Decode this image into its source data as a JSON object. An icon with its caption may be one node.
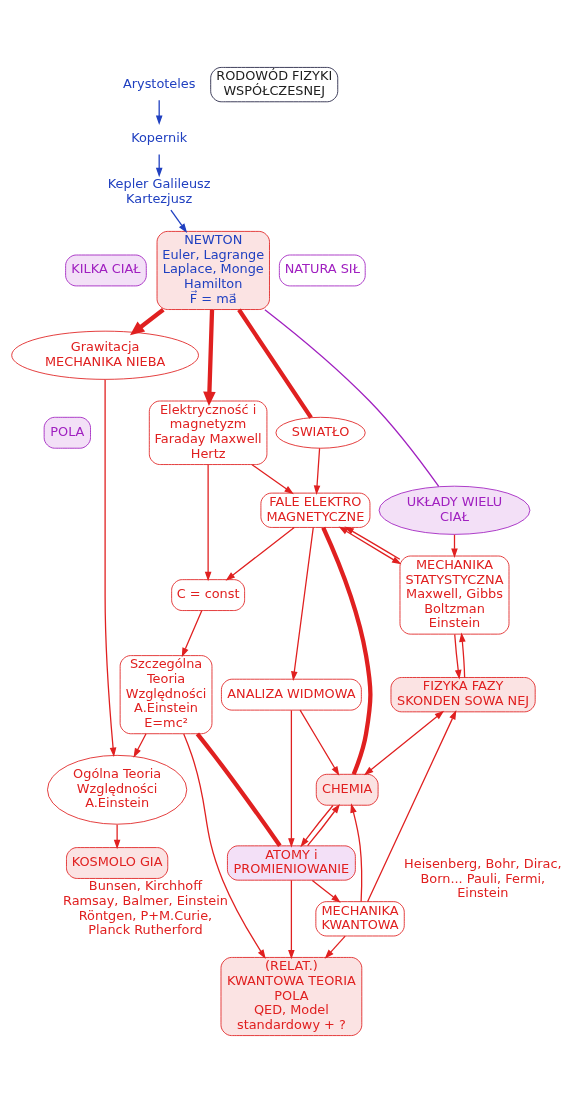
{
  "diagram": {
    "nodes": [
      {
        "text": [
          "Arystoteles"
        ]
      },
      {
        "text": [
          "Kopernik"
        ]
      },
      {
        "text": [
          "Kepler Galileusz Kartezjusz"
        ]
      },
      {
        "text": [
          "RODOWÓD FIZYKI WSPÓŁCZESNEJ"
        ]
      },
      {
        "text": [
          "KILKA CIAŁ"
        ]
      },
      {
        "text": [
          "NATURA SIŁ"
        ]
      },
      {
        "text": [
          "NEWTON",
          "Euler, Lagrange Laplace, Monge Hamilton",
          "F⃗ = ma⃗"
        ]
      },
      {
        "text": [
          "SWIATŁO"
        ]
      },
      {
        "text": [
          "Grawitacja",
          "MECHANIKA NIEBA"
        ]
      },
      {
        "text": [
          "UKŁADY WIELU CIAŁ"
        ]
      },
      {
        "text": [
          "MECHANIKA STATYSTYCZNA",
          "Maxwell, Gibbs Boltzman Einstein"
        ]
      },
      {
        "text": [
          "Ogólna Teoria Względności",
          "A.Einstein"
        ]
      },
      {
        "text": [
          "Elektryczność i magnetyzm",
          "Faraday Maxwell Hertz"
        ]
      },
      {
        "text": [
          "POLA"
        ]
      },
      {
        "text": [
          "KOSMOLO GIA"
        ]
      },
      {
        "text": [
          "FIZYKA FAZY SKONDEN SOWA NEJ"
        ]
      },
      {
        "text": [
          "FALE ELEKTRO MAGNETYCZNE"
        ]
      },
      {
        "text": [
          "C = const"
        ]
      },
      {
        "text": [
          "ANALIZA WIDMOWA"
        ]
      },
      {
        "text": [
          "CHEMIA"
        ]
      },
      {
        "text": [
          "Szczególna Teoria Względności",
          "A.Einstein",
          "E=mc²"
        ]
      },
      {
        "text": [
          "ATOMY i PROMIENIOWANIE"
        ],
        "beside": [
          "Bunsen, Kirchhoff Ramsay, Balmer, Einstein Röntgen, P+M.Curie, Planck Rutherford"
        ]
      },
      {
        "text": [
          "(RELAT.) KWANTOWA TEORIA POLA",
          "QED, Model standardowy + ?"
        ]
      },
      {
        "text": [
          "MECHANIKA KWANTOWA"
        ],
        "beside": [
          "Heisenberg, Bohr, Dirac, Born... Pauli, Fermi, Einstein"
        ]
      }
    ],
    "edges": [
      {
        "from": 0,
        "to": 1,
        "arrow": "to",
        "color": "#2040c0"
      },
      {
        "from": 1,
        "to": 2,
        "arrow": "to",
        "color": "#2040c0"
      },
      {
        "from": 2,
        "to": 6,
        "arrow": "to",
        "color": "#2040c0"
      },
      {
        "from": 6,
        "to": 8,
        "arrow": "to",
        "style": "thick"
      },
      {
        "from": 6,
        "to": 7,
        "arrow": "none",
        "style": "thick"
      },
      {
        "from": 7,
        "to": 16,
        "arrow": "to"
      },
      {
        "from": 6,
        "to": 9,
        "arrow": "none",
        "color": "#a020c0"
      },
      {
        "from": 9,
        "to": 10,
        "arrow": "to"
      },
      {
        "from": 8,
        "to": 11,
        "arrow": "to"
      },
      {
        "from": 6,
        "to": 12,
        "arrow": "to",
        "style": "thick"
      },
      {
        "from": 11,
        "to": 14,
        "arrow": "to"
      },
      {
        "from": 20,
        "to": 11,
        "arrow": "to"
      },
      {
        "from": 12,
        "to": 17,
        "arrow": "to"
      },
      {
        "from": 12,
        "to": 16,
        "arrow": "to"
      },
      {
        "from": 16,
        "to": 17,
        "arrow": "to"
      },
      {
        "from": 17,
        "to": 20,
        "arrow": "to"
      },
      {
        "from": 16,
        "to": 18,
        "arrow": "to"
      },
      {
        "from": 18,
        "to": 19,
        "arrow": "to"
      },
      {
        "from": 18,
        "to": 21,
        "arrow": "to"
      },
      {
        "from": 16,
        "to": 19,
        "arrow": "none",
        "style": "thick"
      },
      {
        "from": 16,
        "to": 10,
        "arrow": "both"
      },
      {
        "from": 10,
        "to": 16,
        "arrow": "to"
      },
      {
        "from": 10,
        "to": 15,
        "arrow": "to"
      },
      {
        "from": 15,
        "to": 10,
        "arrow": "to"
      },
      {
        "from": 15,
        "to": 19,
        "arrow": "both"
      },
      {
        "from": 19,
        "to": 21,
        "arrow": "to"
      },
      {
        "from": 21,
        "to": 19,
        "arrow": "to"
      },
      {
        "from": 20,
        "to": 21,
        "arrow": "none",
        "style": "thick"
      },
      {
        "from": 20,
        "to": 22,
        "arrow": "to"
      },
      {
        "from": 21,
        "to": 22,
        "arrow": "to"
      },
      {
        "from": 21,
        "to": 23,
        "arrow": "to"
      },
      {
        "from": 23,
        "to": 22,
        "arrow": "to"
      },
      {
        "from": 23,
        "to": 19,
        "arrow": "to"
      },
      {
        "from": 23,
        "to": 15,
        "arrow": "to"
      }
    ]
  }
}
